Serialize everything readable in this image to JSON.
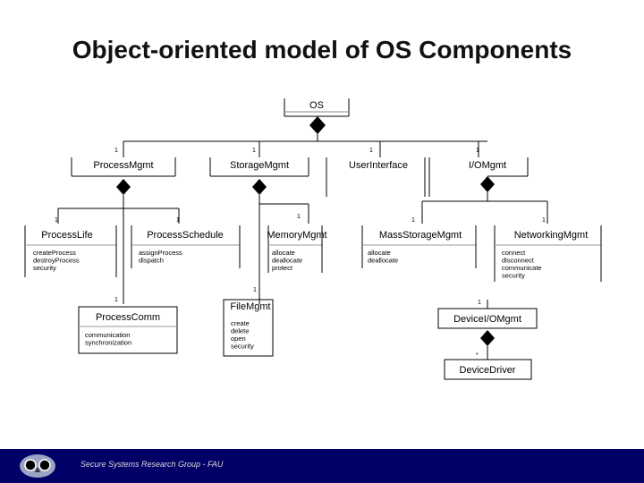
{
  "title": "Object-oriented model of OS Components",
  "footer": {
    "text": "Secure Systems Research Group - FAU"
  },
  "classes": {
    "os": {
      "name": "OS"
    },
    "process_mgmt": {
      "name": "ProcessMgmt",
      "mult": "1"
    },
    "storage_mgmt": {
      "name": "StorageMgmt",
      "mult": "1"
    },
    "user_interface": {
      "name": "UserInterface",
      "mult": "1"
    },
    "io_mgmt": {
      "name": "I/OMgmt",
      "mult": "1"
    },
    "process_life": {
      "name": "ProcessLife",
      "mult": "1",
      "ops": [
        "createProcess",
        "destroyProcess",
        "security"
      ]
    },
    "process_schedule": {
      "name": "ProcessSchedule",
      "mult": "1",
      "ops": [
        "assignProcess",
        "dispatch"
      ]
    },
    "memory_mgmt": {
      "name": "MemoryMgmt",
      "mult": "1",
      "ops": [
        "allocate",
        "deallocate",
        "protect"
      ]
    },
    "mass_storage_mgmt": {
      "name": "MassStorageMgmt",
      "mult": "1",
      "ops": [
        "allocate",
        "deallocate"
      ]
    },
    "networking_mgmt": {
      "name": "NetworkingMgmt",
      "mult": "1",
      "ops": [
        "connect",
        "disconnect",
        "communicate",
        "security"
      ]
    },
    "process_comm": {
      "name": "ProcessComm",
      "mult": "1",
      "ops": [
        "communication",
        "synchronization"
      ]
    },
    "file_mgmt": {
      "name": "FileMgmt",
      "mult": "1",
      "ops": [
        "create",
        "delete",
        "open",
        "security"
      ]
    },
    "device_io_mgmt": {
      "name": "DeviceI/OMgmt",
      "mult": "1"
    },
    "device_driver": {
      "name": "DeviceDriver",
      "mult": "*"
    }
  }
}
